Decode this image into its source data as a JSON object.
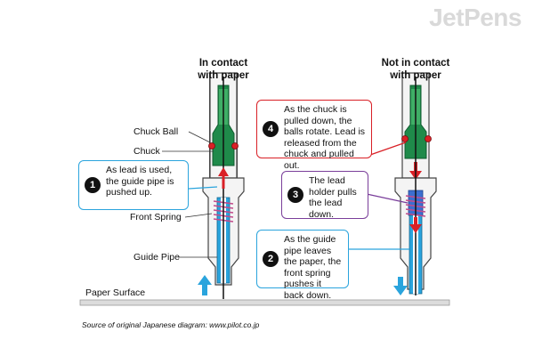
{
  "brand": "JetPens",
  "headings": {
    "left": "In contact\nwith paper",
    "right": "Not in contact\nwith paper"
  },
  "labels": {
    "chuck_ball": "Chuck Ball",
    "chuck": "Chuck",
    "front_spring": "Front Spring",
    "guide_pipe": "Guide Pipe",
    "paper_surface": "Paper Surface"
  },
  "callouts": [
    {
      "num": "1",
      "text": "As lead is used, the guide pipe is pushed up."
    },
    {
      "num": "2",
      "text": "As the guide pipe leaves the paper, the front spring pushes it back down."
    },
    {
      "num": "3",
      "text": "The lead holder pulls the lead down."
    },
    {
      "num": "4",
      "text": "As the chuck is pulled down, the balls rotate. Lead is released from the chuck and pulled out."
    }
  ],
  "source": "Source of original Japanese diagram: www.pilot.co.jp",
  "colors": {
    "chuck_green": "#1f8a4a",
    "spring_pink": "#c24c8c",
    "guide_blue": "#2aa4dd",
    "arrow_red": "#d92026",
    "callout_blue": "#2aa4dd",
    "callout_purple": "#7a3e9a",
    "callout_red": "#d92026"
  }
}
